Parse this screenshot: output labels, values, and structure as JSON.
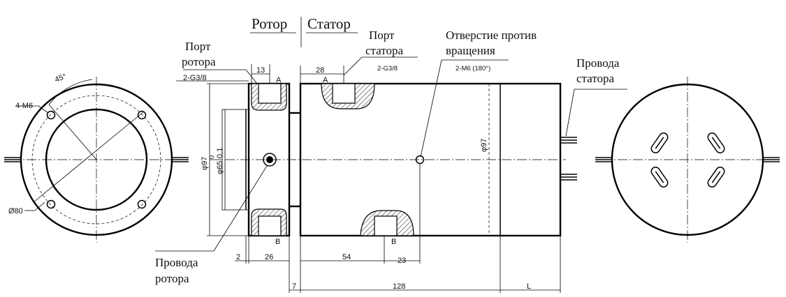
{
  "labels": {
    "rotor": "Ротор",
    "stator": "Статор",
    "rotor_port": [
      "Порт",
      "ротора"
    ],
    "stator_port": [
      "Порт",
      "статора"
    ],
    "anti_rotation_hole": [
      "Отверстие против",
      "вращения"
    ],
    "stator_wires": [
      "Провода",
      "статора"
    ],
    "rotor_wires": [
      "Провода",
      "ротора"
    ]
  },
  "dimensions": {
    "bolt_angle": "45°",
    "bolt_holes": "4-M6",
    "outer_diameter_left": "Ø80",
    "rotor_port_thread": "2-G3/8",
    "stator_port_thread": "2-G3/8",
    "anti_rotation_thread": "2-M6 (180°)",
    "rotor_port_offset": "13",
    "stator_port_offset": "28",
    "diameter_97_left": "φ97",
    "diameter_65": "φ65-0.1",
    "diameter_65_tol_upper": "0",
    "diameter_97_right": "φ97",
    "section_a": "A",
    "section_b": "B",
    "dim_2": "2",
    "dim_26": "26",
    "dim_54": "54",
    "dim_23": "23",
    "dim_7": "7",
    "dim_128": "128",
    "dim_L": "L"
  }
}
